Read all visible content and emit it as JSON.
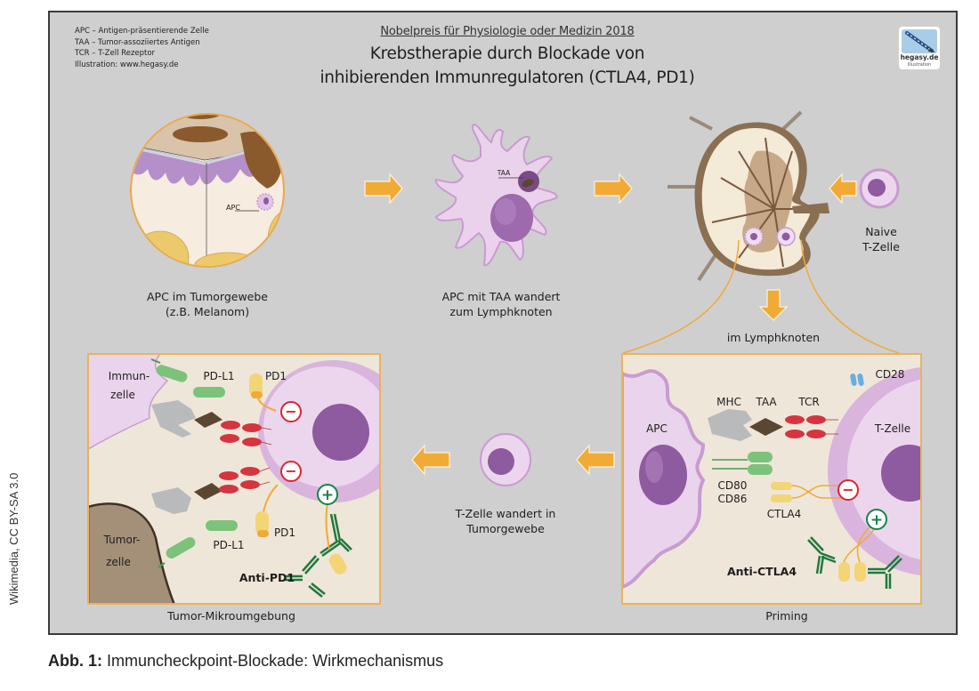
{
  "legend": {
    "items": [
      "APC – Antigen-präsentierende Zelle",
      "TAA – Tumor-assoziiertes Antigen",
      "TCR – T-Zell Rezeptor",
      "Illustration: www.hegasy.de"
    ]
  },
  "header": {
    "subtitle": "Nobelpreis für Physiologie oder Medizin 2018",
    "title_line1": "Krebstherapie durch Blockade von",
    "title_line2": "inhibierenden Immunregulatoren (CTLA4, PD1)"
  },
  "logo": {
    "name": "hegasy.de",
    "sub": "Illustration"
  },
  "stages": {
    "skin": {
      "label_line1": "APC im Tumorgewebe",
      "label_line2": "(z.B. Melanom)",
      "apc_tag": "APC"
    },
    "migrate": {
      "label_line1": "APC mit TAA wandert",
      "label_line2": "zum Lymphknoten",
      "taa_tag": "TAA"
    },
    "naive": {
      "label_line1": "Naive",
      "label_line2": "T-Zelle"
    },
    "lymph": {
      "label": "im Lymphknoten"
    },
    "tcell_migrate": {
      "label_line1": "T-Zelle wandert in",
      "label_line2": "Tumorgewebe"
    }
  },
  "panels": {
    "tumor": {
      "caption": "Tumor-Mikroumgebung",
      "immune_cell": [
        "Immun-",
        "zelle"
      ],
      "tumor_cell": [
        "Tumor-",
        "zelle"
      ],
      "pdl1_top": "PD-L1",
      "pd1_top": "PD1",
      "pdl1_bottom": "PD-L1",
      "pd1_bottom": "PD1",
      "antibody": "Anti-PD1"
    },
    "priming": {
      "caption": "Priming",
      "apc": "APC",
      "tcell": "T-Zelle",
      "mhc": "MHC",
      "taa": "TAA",
      "tcr": "TCR",
      "cd28": "CD28",
      "cd80": "CD80",
      "cd86": "CD86",
      "ctla4": "CTLA4",
      "antibody": "Anti-CTLA4"
    }
  },
  "signals": {
    "inhibit": "−",
    "activate": "+"
  },
  "credit": "Wikimedia, CC BY-SA 3.0",
  "caption": {
    "prefix": "Abb. 1:",
    "text": " Immuncheckpoint-Blockade: Wirkmechanismus"
  },
  "colors": {
    "background": "#cfcfd0",
    "arrow": "#f0aa35",
    "panel_fill": "#efe6da",
    "panel_border": "#e8b45a",
    "cell_membrane": "#e7cde8",
    "cell_edge": "#c89bc9",
    "nucleus": "#8e5aa0",
    "inhibit": "#d8262e",
    "activate": "#17834a",
    "antibody": "#1f7a3d",
    "pdl1": "#7cc27a",
    "pd1": "#f3d576",
    "tcr": "#d4353f",
    "mhc": "#b9babc",
    "antigen": "#5b4631",
    "tumor": "#a48f78"
  }
}
